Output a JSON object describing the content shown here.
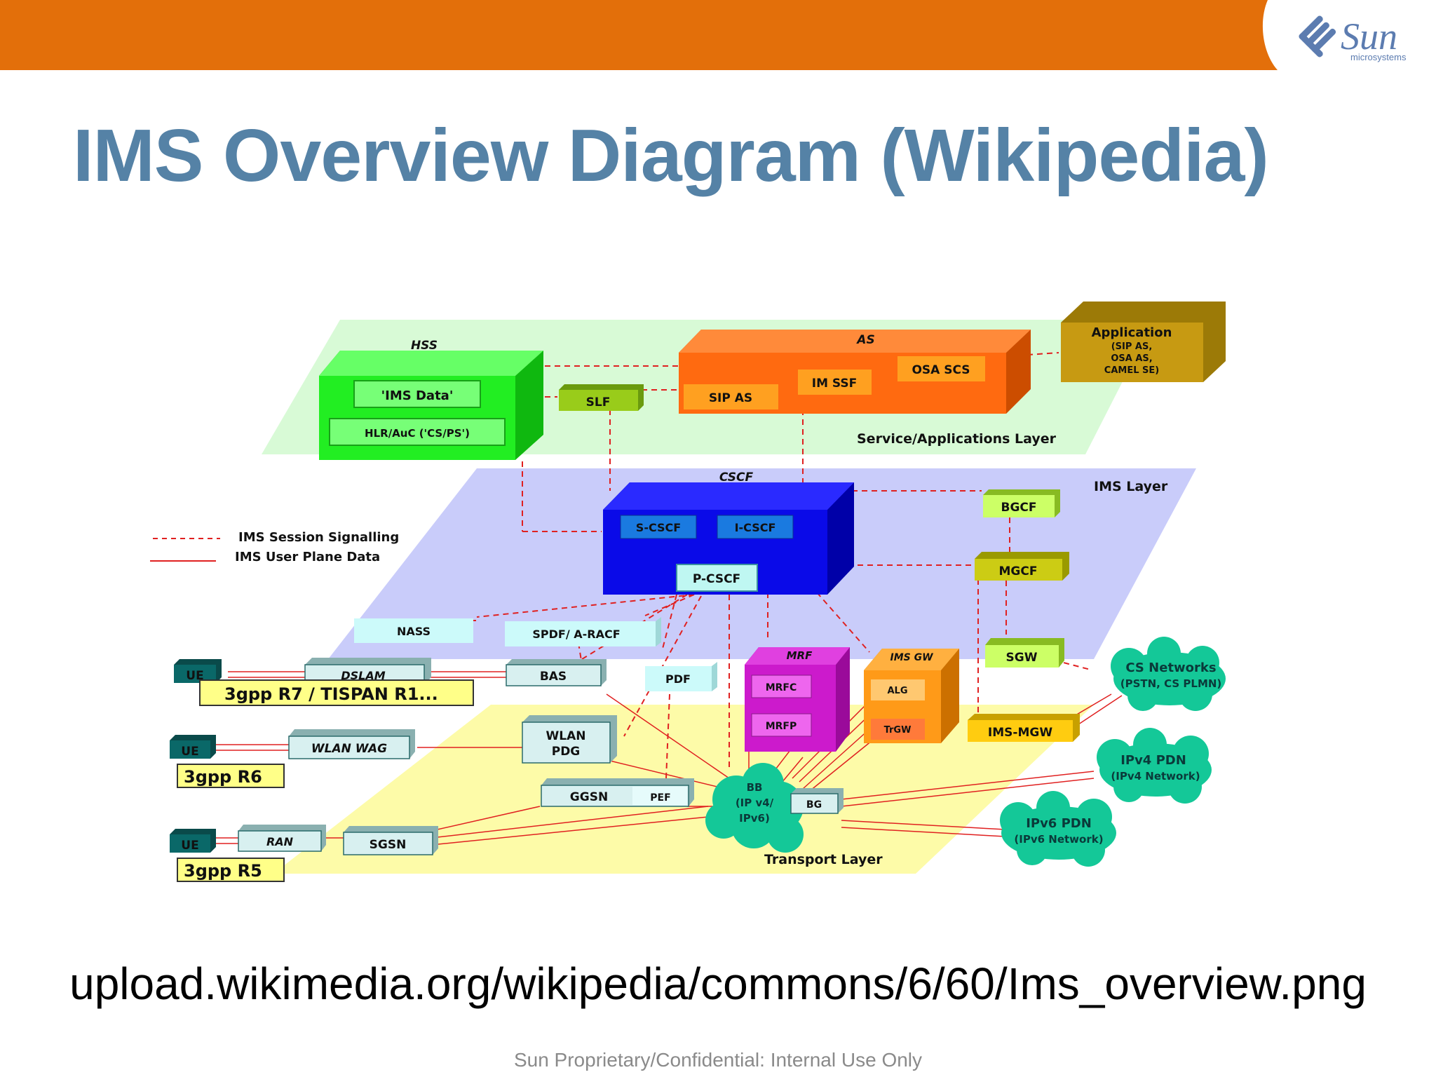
{
  "slide": {
    "title": "IMS Overview Diagram (Wikipedia)",
    "source_url": "upload.wikimedia.org/wikipedia/commons/6/60/Ims_overview.png",
    "footer": "Sun Proprietary/Confidential: Internal Use Only",
    "brand": {
      "name": "Sun",
      "subtitle": "microsystems"
    },
    "colors": {
      "orange_bar": "#e36f0a",
      "title": "#5582a6",
      "logo": "#5c7cb0"
    }
  },
  "diagram": {
    "layers": {
      "service": "Service/Applications Layer",
      "ims": "IMS Layer",
      "transport": "Transport Layer"
    },
    "legend": {
      "signalling": "IMS Session Signalling",
      "user_plane": "IMS User Plane Data"
    },
    "hss": {
      "label": "HSS",
      "ims_data": "'IMS Data'",
      "hlr": "HLR/AuC ('CS/PS')"
    },
    "slf": "SLF",
    "as": {
      "label": "AS",
      "sip_as": "SIP AS",
      "im_ssf": "IM SSF",
      "osa_scs": "OSA SCS"
    },
    "application": {
      "label": "Application",
      "line1": "(SIP AS,",
      "line2": "OSA AS,",
      "line3": "CAMEL SE)"
    },
    "cscf": {
      "label": "CSCF",
      "s_cscf": "S-CSCF",
      "i_cscf": "I-CSCF",
      "p_cscf": "P-CSCF"
    },
    "bgcf": "BGCF",
    "mgcf": "MGCF",
    "sgw": "SGW",
    "nass": "NASS",
    "spdf": "SPDF/ A-RACF",
    "pdf": "PDF",
    "mrf": {
      "label": "MRF",
      "mrfc": "MRFC",
      "mrfp": "MRFP"
    },
    "ims_gw": {
      "label": "IMS GW",
      "alg": "ALG",
      "trgw": "TrGW"
    },
    "ims_mgw": "IMS-MGW",
    "dslam": "DSLAM",
    "bas": "BAS",
    "wlan_wag": "WLAN WAG",
    "wlan_pdg": {
      "line1": "WLAN",
      "line2": "PDG"
    },
    "ggsn": "GGSN",
    "pef": "PEF",
    "ran": "RAN",
    "sgsn": "SGSN",
    "bb": {
      "line1": "BB",
      "line2": "(IP v4/",
      "line3": "IPv6)"
    },
    "bg": "BG",
    "ue": "UE",
    "ue_labels": {
      "r7": "3gpp R7 /  TISPAN R1...",
      "r6": "3gpp R6",
      "r5": "3gpp R5"
    },
    "clouds": {
      "cs": {
        "title": "CS Networks",
        "sub": "(PSTN, CS PLMN)"
      },
      "ipv4": {
        "title": "IPv4 PDN",
        "sub": "(IPv4 Network)"
      },
      "ipv6": {
        "title": "IPv6 PDN",
        "sub": "(IPv6 Network)"
      }
    }
  }
}
